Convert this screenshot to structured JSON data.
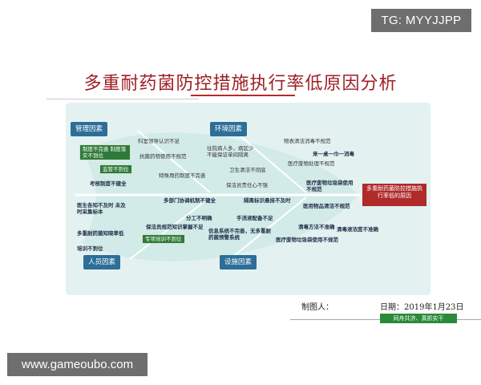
{
  "watermark_top": "TG: MYYJJPP",
  "watermark_bottom": "www.gameoubo.com",
  "title": "多重耐药菌防控措施执行率低原因分析",
  "effect": "多重耐药菌防控措施执行率低的原因",
  "categories": {
    "management": "管理因素",
    "environment": "环境因素",
    "personnel": "人员因素",
    "facility": "设施因素"
  },
  "causes": {
    "m1": "科室领导认识不足",
    "m2": "制度不完善 制度落实不到位",
    "m3": "抗菌药物使用不规范",
    "m4": "监管不到位",
    "m5": "特殊用药制度不完善",
    "m6": "考核制度不健全",
    "e1": "物表清洁消毒不规范",
    "e2": "往院病人多，病区少 不能保证单间隔离",
    "e3": "来一桌一巾一消毒",
    "e4": "医疗废物处理不规范",
    "e5": "卫生清洁不彻底",
    "e6": "保洁员责任心不强",
    "e7": "医疗废物垃圾袋使用不规范",
    "p1": "医生各知不及时 未及时采集标本",
    "p2": "多部门协调机制不健全",
    "p3": "隔离标识悬挂不及时",
    "p4": "医用物品清洁不规范",
    "p5": "分工不明确",
    "p6": "多重耐药菌知晓率低",
    "p7": "保洁员规范知识掌握不足",
    "p8": "手消液配备不足",
    "p9": "专项培训不到位",
    "p10": "培训不到位",
    "f1": "信息系统不完善，无多重耐药菌预警系统",
    "f2": "清毒液浓度不准确",
    "f3": "清毒方法不准确",
    "f4": "医疗废物垃圾袋使用不规范"
  },
  "footer": {
    "maker": "制图人：",
    "date": "日期：2019年1月23日",
    "slogan": "同舟共济、真抓实干"
  },
  "colors": {
    "title": "#9c1f25",
    "category": "#2d6e98",
    "effect": "#b02a2a",
    "green_box": "#2f7a3a",
    "background": "#e3f2f1"
  }
}
